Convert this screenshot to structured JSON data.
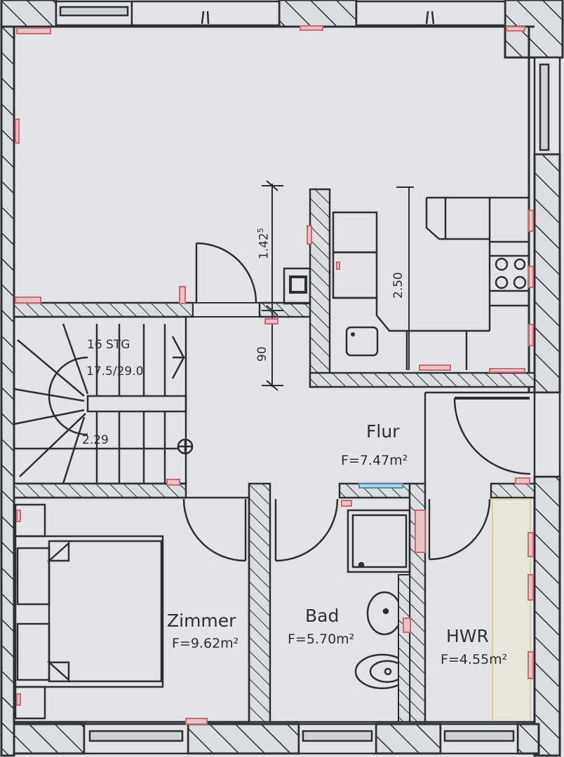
{
  "colors": {
    "paper": "#e4e4e6",
    "line": "#2c2f33",
    "hatch_fill": "#dcdde0",
    "red_mark": "#c76b73",
    "blue_mark": "#4f8fb0"
  },
  "rooms": [
    {
      "id": "wohnen",
      "name": "",
      "area": ""
    },
    {
      "id": "kueche",
      "name": "",
      "area": ""
    },
    {
      "id": "flur",
      "name": "Flur",
      "area": "F=7.47m²"
    },
    {
      "id": "zimmer",
      "name": "Zimmer",
      "area": "F=9.62m²"
    },
    {
      "id": "bad",
      "name": "Bad",
      "area": "F=5.70m²"
    },
    {
      "id": "hwr",
      "name": "HWR",
      "area": "F=4.55m²"
    }
  ],
  "stairs": {
    "steps": "16 STG",
    "ratio": "17.5/29.0",
    "width": "2.29"
  },
  "dimensions": {
    "vertical_1": "1.42",
    "vertical_1_sup": "5",
    "vertical_2": "90",
    "kitchen": "2.50"
  }
}
